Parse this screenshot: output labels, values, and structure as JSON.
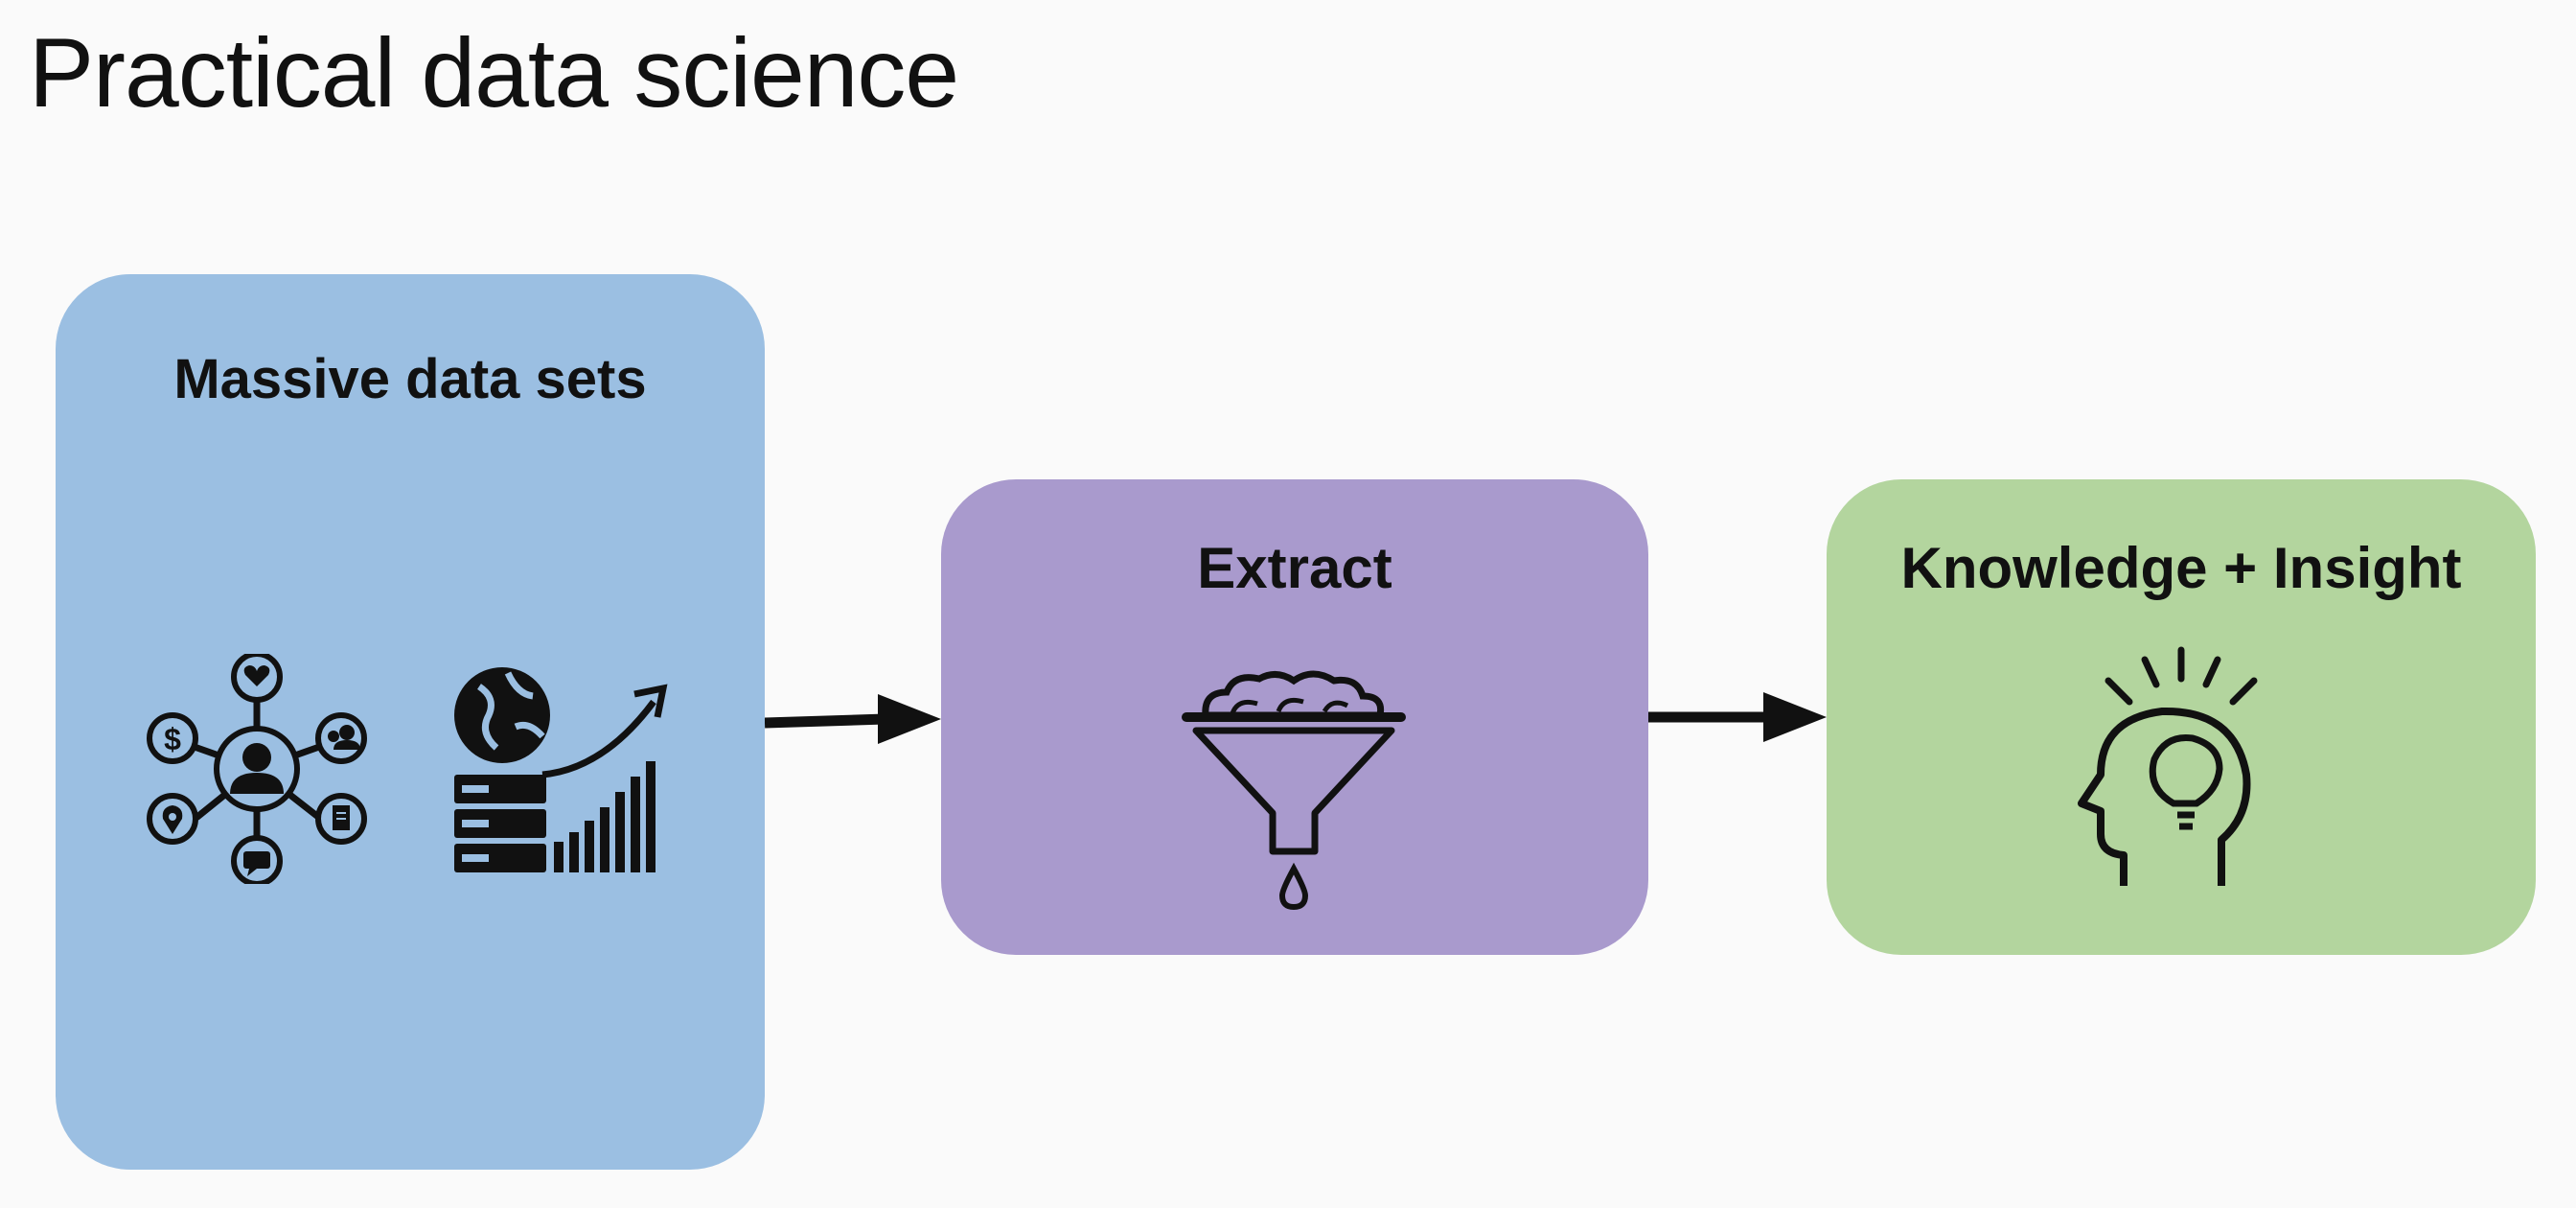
{
  "title": "Practical data science",
  "boxes": {
    "data": {
      "label": "Massive data sets",
      "color": "#9bbfe2",
      "icons": [
        "social-network-icon",
        "database-growth-icon"
      ]
    },
    "extract": {
      "label": "Extract",
      "color": "#a99acd",
      "icons": [
        "funnel-icon"
      ]
    },
    "knowledge": {
      "label": "Knowledge + Insight",
      "color": "#b3d59e",
      "icons": [
        "head-lightbulb-icon"
      ]
    }
  },
  "flow": [
    "Massive data sets",
    "Extract",
    "Knowledge + Insight"
  ]
}
